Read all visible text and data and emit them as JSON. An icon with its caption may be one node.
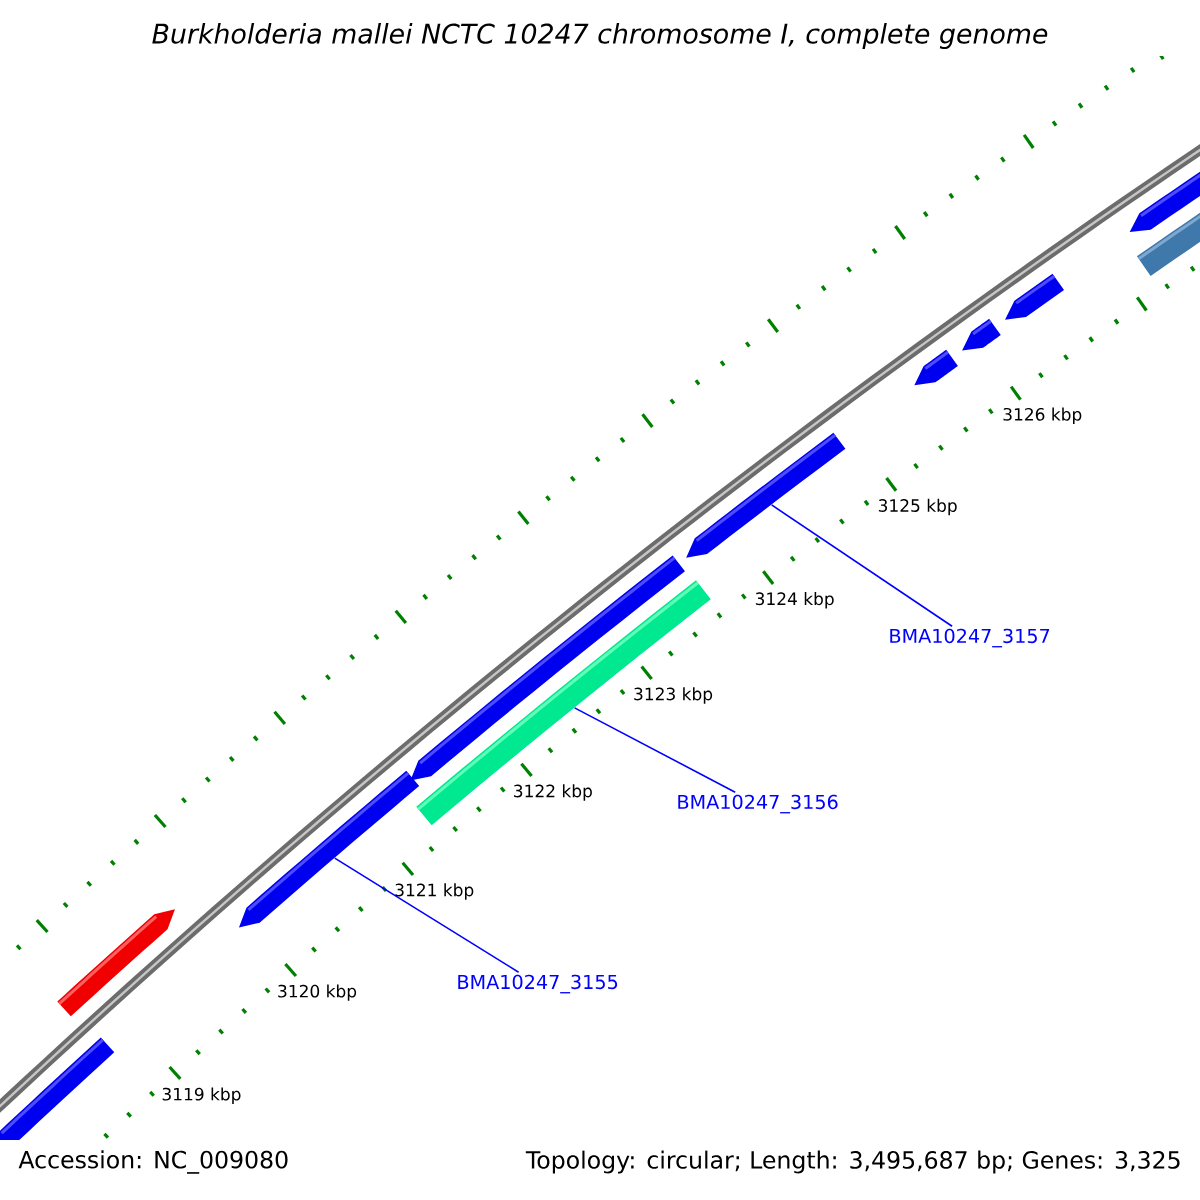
{
  "diagram": {
    "title": "*Burkholderia mallei NCTC 10247 chromosome I, complete genome*",
    "nodes": [
      {
        "text": [],
        "shape": "bar"
      },
      {
        "text": [],
        "shape": "bar"
      },
      {
        "text": [],
        "shape": "bar"
      },
      {
        "text": [],
        "shape": "bar"
      },
      {
        "text": [],
        "shape": "bar"
      },
      {
        "text": [],
        "shape": "bar"
      },
      {
        "text": [],
        "shape": "bar"
      },
      {
        "text": [],
        "shape": "bar"
      },
      {
        "text": [],
        "shape": "bar"
      },
      {
        "text": [],
        "shape": "bar"
      },
      {
        "text": [],
        "shape": "bar"
      },
      {
        "text": [
          "BMA10247_3157"
        ]
      },
      {
        "text": [
          "BMA10247_3156"
        ]
      },
      {
        "text": [
          "BMA10247_3155"
        ]
      }
    ],
    "edges": [
      {
        "from": 11,
        "to": 5,
        "arrow": "none"
      },
      {
        "from": 12,
        "to": 4,
        "arrow": "none"
      },
      {
        "from": 13,
        "to": 2,
        "arrow": "none"
      }
    ],
    "labels": [
      "3119 kbp",
      "3120 kbp",
      "3121 kbp",
      "3122 kbp",
      "3123 kbp",
      "3124 kbp",
      "3125 kbp",
      "3126 kbp",
      "Accession: NC_009080",
      "Topology: circular; Length: 3,495,687 bp; Genes: 3,325"
    ]
  }
}
